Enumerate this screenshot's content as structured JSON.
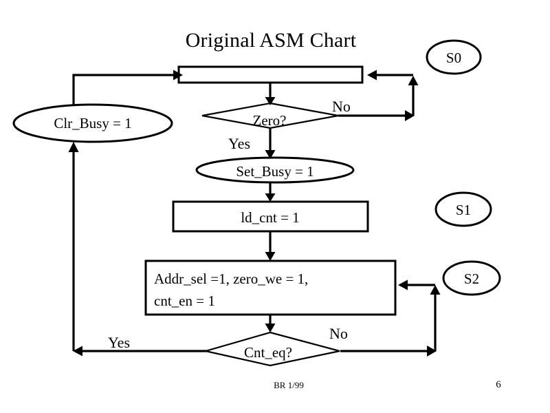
{
  "slide": {
    "title": "Original ASM Chart",
    "footer_note": "BR 1/99",
    "page_number": "6",
    "background_color": "#ffffff",
    "ink_color": "#000000"
  },
  "diagram": {
    "type": "asm-flowchart",
    "nodes": {
      "top_box": {
        "shape": "rectangle",
        "label": "",
        "note": "empty state box at top of chart"
      },
      "clr_busy": {
        "shape": "ellipse",
        "label": "Clr_Busy = 1"
      },
      "zero_decision": {
        "shape": "diamond",
        "label": "Zero?"
      },
      "set_busy": {
        "shape": "ellipse",
        "label": "Set_Busy = 1"
      },
      "ld_cnt_box": {
        "shape": "rectangle",
        "label": "ld_cnt = 1"
      },
      "addr_sel_box": {
        "shape": "rectangle",
        "line1": "Addr_sel =1, zero_we = 1,",
        "line2": "cnt_en = 1"
      },
      "cnt_eq_decision": {
        "shape": "diamond",
        "label": "Cnt_eq?"
      }
    },
    "edge_labels": {
      "zero_no": "No",
      "zero_yes": "Yes",
      "cnt_eq_no": "No",
      "cnt_eq_yes": "Yes"
    },
    "state_bubbles": [
      {
        "id": "s0",
        "label": "S0"
      },
      {
        "id": "s1",
        "label": "S1"
      },
      {
        "id": "s2",
        "label": "S2"
      }
    ]
  }
}
